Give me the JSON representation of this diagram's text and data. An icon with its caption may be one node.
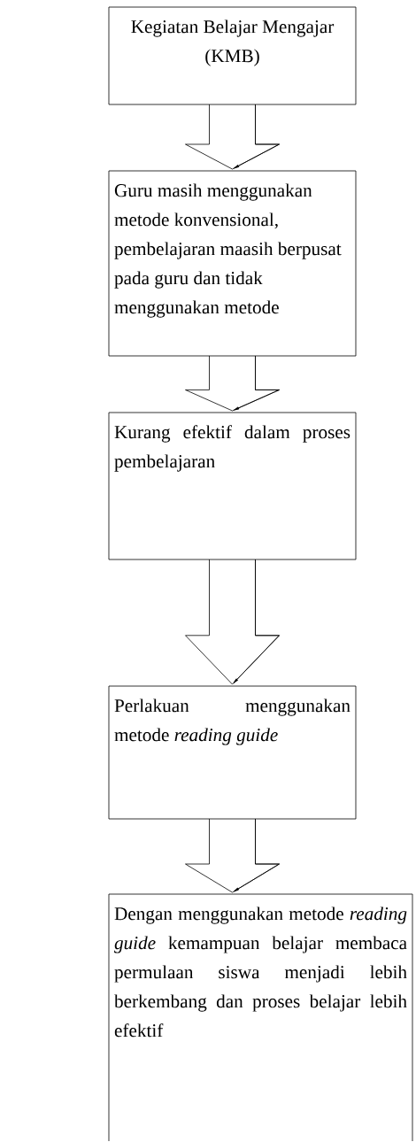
{
  "diagram": {
    "nodes": [
      {
        "text": [
          "Kegiatan Belajar Mengajar (KMB)"
        ]
      },
      {
        "text": [
          "Guru masih menggunakan metode konvensional, pembelajaran maasih berpusat pada guru dan tidak menggunakan metode"
        ]
      },
      {
        "text": [
          "Kurang efektif dalam proses pembelajaran"
        ]
      },
      {
        "text": [
          "Perlakuan menggunakan metode *reading guide*"
        ]
      },
      {
        "text": [
          "Dengan menggunakan metode *reading guide* kemampuan belajar membaca permulaan siswa menjadi lebih berkembang dan proses belajar lebih efektif"
        ]
      }
    ],
    "edges": [
      {
        "from": 0,
        "to": 1,
        "arrow": "to"
      },
      {
        "from": 1,
        "to": 2,
        "arrow": "to"
      },
      {
        "from": 2,
        "to": 3,
        "arrow": "to"
      },
      {
        "from": 3,
        "to": 4,
        "arrow": "to"
      }
    ]
  }
}
